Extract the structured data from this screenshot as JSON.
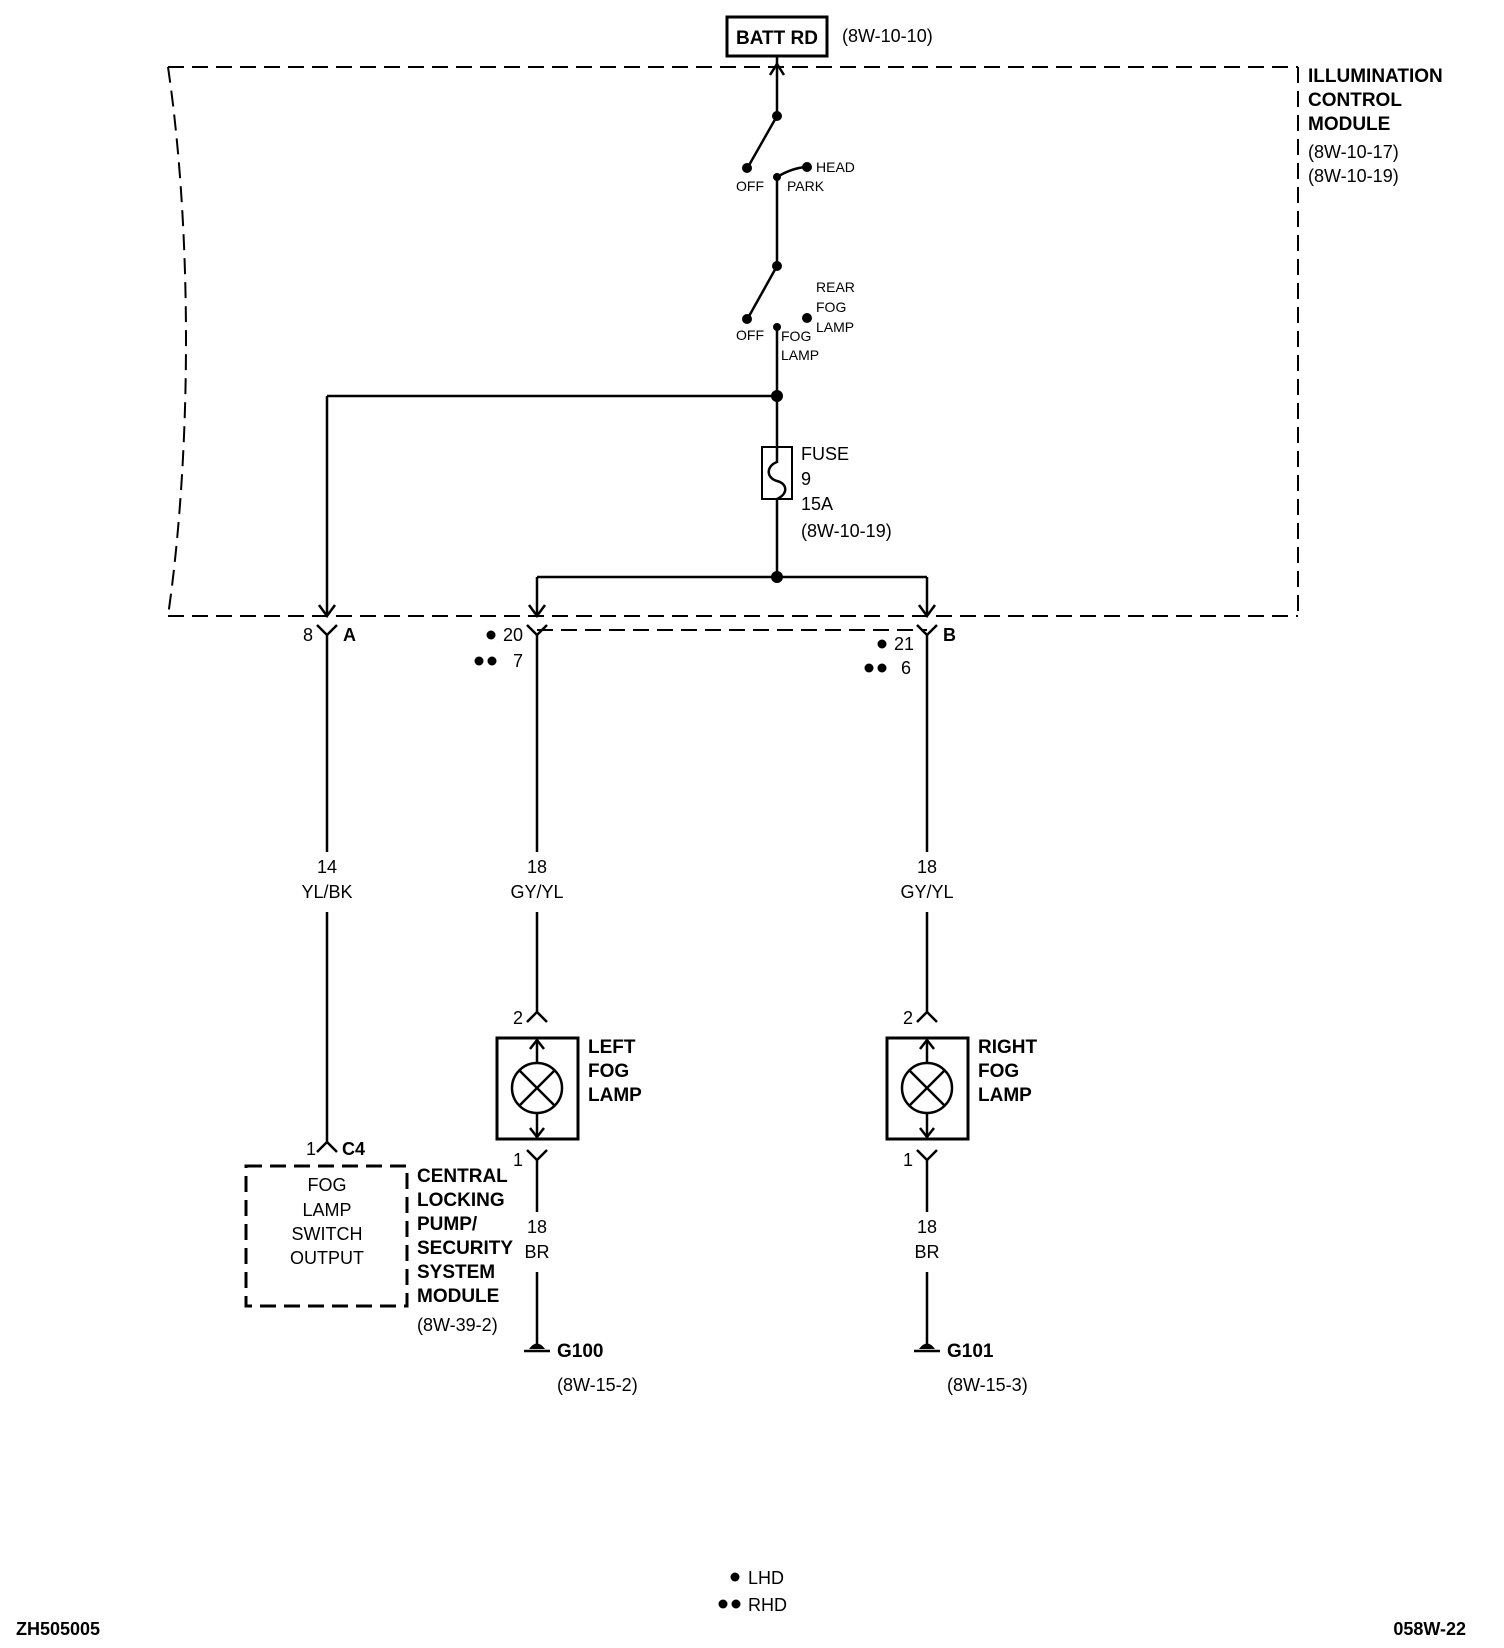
{
  "source": {
    "label": "BATT RD",
    "ref": "(8W-10-10)"
  },
  "module": {
    "name_lines": [
      "ILLUMINATION",
      "CONTROL",
      "MODULE"
    ],
    "refs": [
      "(8W-10-17)",
      "(8W-10-19)"
    ]
  },
  "headlamp_switch": {
    "off": "OFF",
    "park": "PARK",
    "head": "HEAD"
  },
  "fog_switch": {
    "off": "OFF",
    "fog_lines": [
      "FOG",
      "LAMP"
    ],
    "rear_lines": [
      "REAR",
      "FOG",
      "LAMP"
    ]
  },
  "fuse": {
    "label": "FUSE",
    "number": "9",
    "rating": "15A",
    "ref": "(8W-10-19)"
  },
  "connectors": {
    "a": {
      "pin": "8",
      "letter": "A"
    },
    "mid": {
      "lhd_pin": "20",
      "rhd_pin": "7"
    },
    "b": {
      "lhd_pin": "21",
      "rhd_pin": "6",
      "letter": "B"
    }
  },
  "wires": {
    "a": {
      "gauge": "14",
      "color": "YL/BK"
    },
    "left": {
      "gauge": "18",
      "color": "GY/YL"
    },
    "right": {
      "gauge": "18",
      "color": "GY/YL"
    },
    "left_ground": {
      "gauge": "18",
      "color": "BR"
    },
    "right_ground": {
      "gauge": "18",
      "color": "BR"
    }
  },
  "left_lamp": {
    "name_lines": [
      "LEFT",
      "FOG",
      "LAMP"
    ],
    "pin_top": "2",
    "pin_bottom": "1"
  },
  "right_lamp": {
    "name_lines": [
      "RIGHT",
      "FOG",
      "LAMP"
    ],
    "pin_top": "2",
    "pin_bottom": "1"
  },
  "security_module": {
    "pin": "1",
    "connector": "C4",
    "inner_lines": [
      "FOG",
      "LAMP",
      "SWITCH",
      "OUTPUT"
    ],
    "name_lines": [
      "CENTRAL",
      "LOCKING",
      "PUMP/",
      "SECURITY",
      "SYSTEM",
      "MODULE"
    ],
    "ref": "(8W-39-2)"
  },
  "grounds": {
    "left": {
      "label": "G100",
      "ref": "(8W-15-2)"
    },
    "right": {
      "label": "G101",
      "ref": "(8W-15-3)"
    }
  },
  "legend": {
    "lhd": "LHD",
    "rhd": "RHD"
  },
  "footer": {
    "left": "ZH505005",
    "right": "058W-22"
  }
}
